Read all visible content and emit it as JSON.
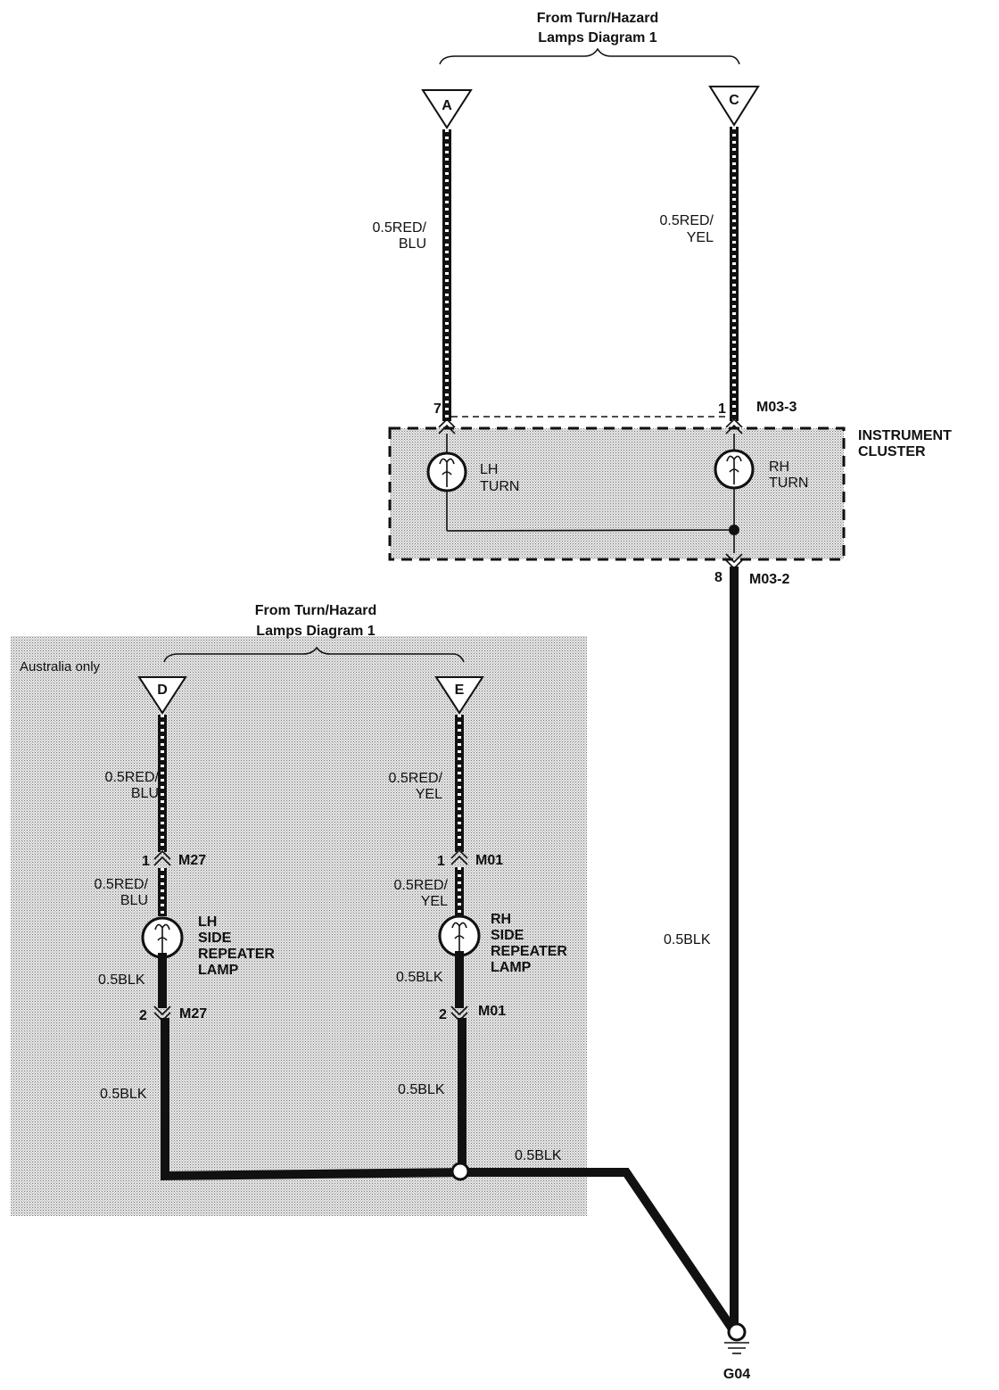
{
  "top_source": {
    "line1": "From Turn/Hazard",
    "line2": "Lamps Diagram 1"
  },
  "bottom_source": {
    "line1": "From Turn/Hazard",
    "line2": "Lamps Diagram 1"
  },
  "region_note": "Australia only",
  "connectors": {
    "A": "A",
    "C": "C",
    "D": "D",
    "E": "E"
  },
  "wires": {
    "a_color_1": "0.5RED/",
    "a_color_2": "BLU",
    "c_color_1": "0.5RED/",
    "c_color_2": "YEL",
    "d_color_1": "0.5RED/",
    "d_color_2": "BLU",
    "d2_color_1": "0.5RED/",
    "d2_color_2": "BLU",
    "e_color_1": "0.5RED/",
    "e_color_2": "YEL",
    "e2_color_1": "0.5RED/",
    "e2_color_2": "YEL",
    "lh_lamp_out": "0.5BLK",
    "lh_ground": "0.5BLK",
    "rh_lamp_out": "0.5BLK",
    "rh_ground": "0.5BLK",
    "splice_out": "0.5BLK",
    "cluster_ground": "0.5BLK"
  },
  "pins": {
    "m03_left": "7",
    "m03_right": "1",
    "m03_ground": "8",
    "m27_top": "1",
    "m27_bottom": "2",
    "m01_top": "1",
    "m01_bottom": "2"
  },
  "connector_ids": {
    "m03_3": "M03-3",
    "m03_2": "M03-2",
    "m27_top": "M27",
    "m27_bottom": "M27",
    "m01_top": "M01",
    "m01_bottom": "M01"
  },
  "cluster": {
    "line1": "INSTRUMENT",
    "line2": "CLUSTER"
  },
  "lamps": {
    "lh_turn_1": "LH",
    "lh_turn_2": "TURN",
    "rh_turn_1": "RH",
    "rh_turn_2": "TURN",
    "lh_side_1": "LH",
    "lh_side_2": "SIDE",
    "lh_side_3": "REPEATER",
    "lh_side_4": "LAMP",
    "rh_side_1": "RH",
    "rh_side_2": "SIDE",
    "rh_side_3": "REPEATER",
    "rh_side_4": "LAMP"
  },
  "ground": {
    "id": "G04"
  },
  "colors": {
    "ink": "#111111",
    "shade": "#d4d4d4"
  }
}
